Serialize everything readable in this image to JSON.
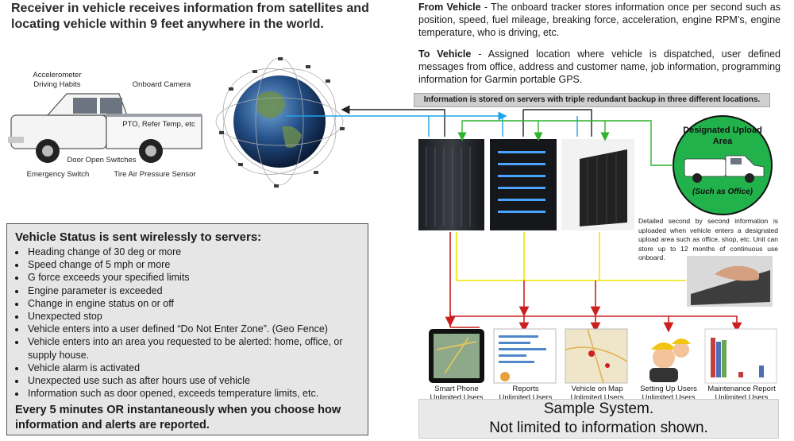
{
  "headline": "Receiver in vehicle receives information from satellites and locating vehicle within 9 feet anywhere in the world.",
  "from_vehicle": {
    "label": "From Vehicle",
    "text": " - The onboard tracker stores information once per second such as position, speed, fuel mileage, breaking force, acceleration, engine RPM’s, engine temperature, who is driving, etc."
  },
  "to_vehicle": {
    "label": "To Vehicle",
    "text": " - Assigned location where vehicle is dispatched, user defined messages from office, address and customer name, job information, programming information for Garmin portable GPS."
  },
  "storage_banner": "Information is stored on servers with triple redundant backup in  three different locations.",
  "vehicle_labels": {
    "accelerometer": "Accelerometer",
    "driving_habits": "Driving Habits",
    "camera": "Onboard Camera",
    "pto": "PTO, Refer Temp, etc",
    "door": "Door Open Switches",
    "emergency": "Emergency Switch",
    "tire": "Tire Air Pressure Sensor"
  },
  "upload_area": {
    "title_line1": "Designated Upload",
    "title_line2": "Area",
    "subtitle": "(Such as Office)",
    "description": "Detailed second by second information is uploaded when vehicle enters a designated upload area such as office, shop, etc.  Unit can store up to 12 months of continuous use onboard."
  },
  "vehicle_status": {
    "title": "Vehicle Status is sent wirelessly to servers:",
    "items": [
      "Heading change of 30 deg or more",
      "Speed change of 5 mph or more",
      "G force exceeds your specified limits",
      "Engine parameter is exceeded",
      "Change in engine status on or off",
      "Unexpected stop",
      "Vehicle enters into a user defined “Do Not Enter Zone”.  (Geo Fence)",
      "Vehicle enters into an area you requested to be alerted: home, office, or supply house.",
      "Vehicle alarm is activated",
      "Unexpected use such as after hours use of vehicle",
      "Information such as door opened, exceeds temperature limits, etc."
    ],
    "footer": "Every 5 minutes OR instantaneously when you choose how information and alerts are reported."
  },
  "outputs": [
    {
      "title": "Smart Phone",
      "sub": "Unlimited Users"
    },
    {
      "title": "Reports",
      "sub": "Unlimited Users"
    },
    {
      "title": "Vehicle on Map",
      "sub": "Unlimited Users"
    },
    {
      "title": "Setting Up Users",
      "sub": "Unlimited Users"
    },
    {
      "title": "Maintenance Report",
      "sub": "Unlimited Users"
    }
  ],
  "sample": {
    "line1": "Sample System.",
    "line2": "Not limited to information shown."
  },
  "colors": {
    "arrow_blue": "#1fa3e8",
    "arrow_green": "#2db32d",
    "arrow_black": "#222222",
    "arrow_red": "#cc1f1f",
    "arrow_yellow": "#f2e400",
    "upload_circle": "#22b24c"
  }
}
